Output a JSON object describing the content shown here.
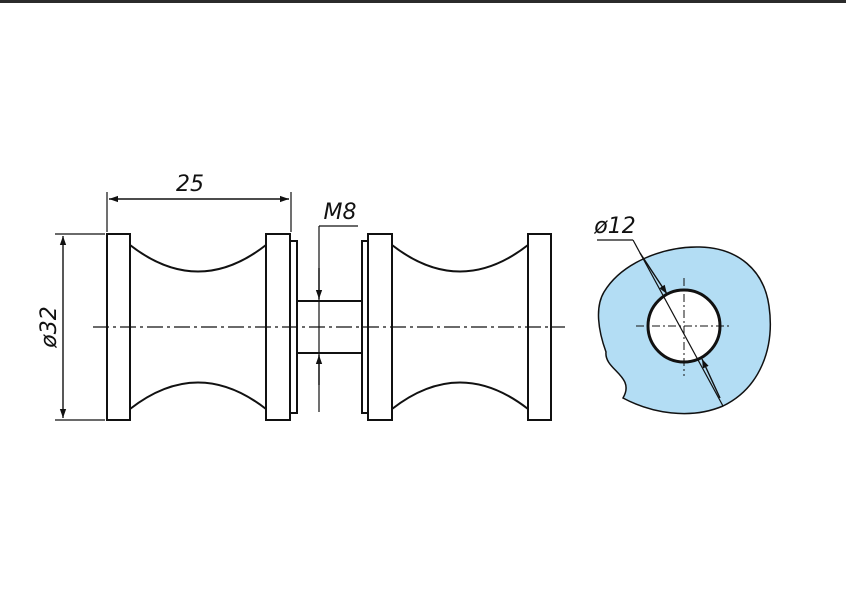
{
  "dimensions": {
    "length": "25",
    "diameter": "ø32",
    "thread": "M8",
    "hole_diameter": "ø12"
  },
  "colors": {
    "glass_fill": "#b3ddf4",
    "line": "#111111",
    "top_bar": "#2b2b2b"
  }
}
